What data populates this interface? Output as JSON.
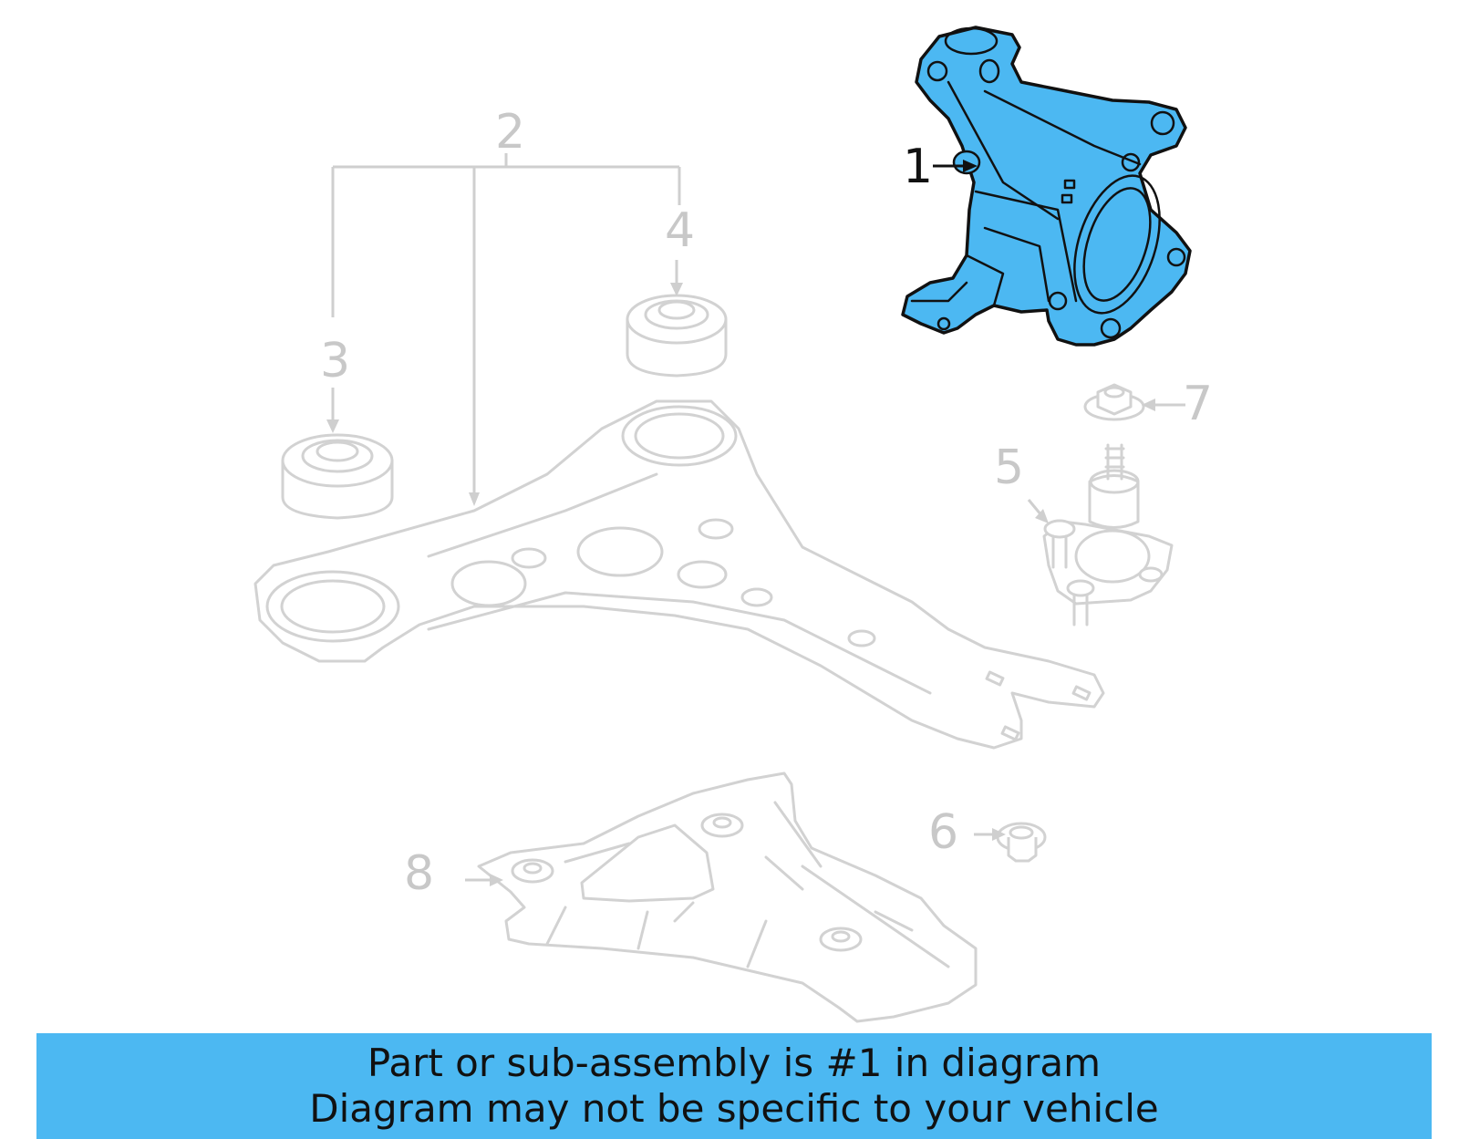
{
  "callouts": [
    {
      "number": "1",
      "highlighted": true
    },
    {
      "number": "2",
      "highlighted": false
    },
    {
      "number": "3",
      "highlighted": false
    },
    {
      "number": "4",
      "highlighted": false
    },
    {
      "number": "5",
      "highlighted": false
    },
    {
      "number": "6",
      "highlighted": false
    },
    {
      "number": "7",
      "highlighted": false
    },
    {
      "number": "8",
      "highlighted": false
    }
  ],
  "banner": {
    "line1": "Part or sub-assembly is #1 in diagram",
    "line2": "Diagram may not be specific to your vehicle"
  },
  "colors": {
    "highlight": "#4cb8f2",
    "ghost": "#d2d2d2",
    "active_outline": "#111111"
  }
}
